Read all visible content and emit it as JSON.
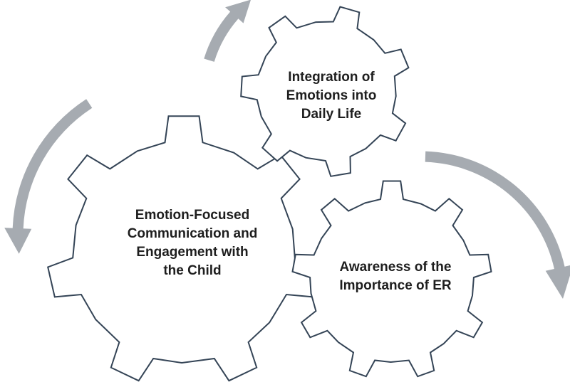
{
  "diagram": {
    "gears": [
      {
        "id": "large",
        "lines": [
          "Emotion-Focused",
          "Communication and",
          "Engagement with",
          "the Child"
        ]
      },
      {
        "id": "top",
        "lines": [
          "Integration of",
          "Emotions into",
          "Daily Life"
        ]
      },
      {
        "id": "bottom",
        "lines": [
          "Awareness of the",
          "Importance of ER"
        ]
      }
    ],
    "colors": {
      "gear_outline": "#344456",
      "gear_fill": "#ffffff",
      "arrow": "#a6abb1",
      "text": "#1e1e1e"
    }
  }
}
